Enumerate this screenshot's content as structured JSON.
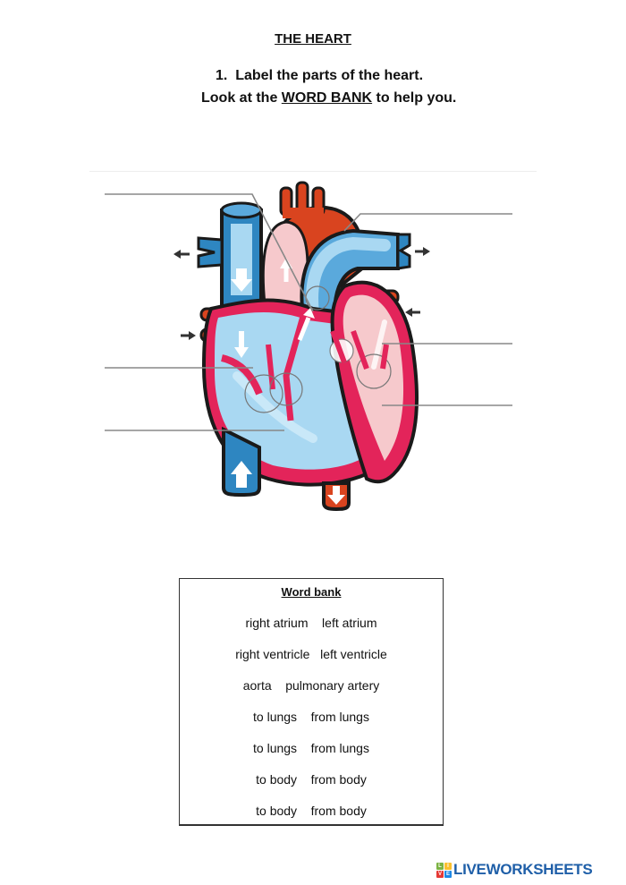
{
  "worksheet": {
    "title": "THE HEART",
    "instruction_number": "1.",
    "instruction_line1": "Label the parts of the heart.",
    "instruction_line2_prefix": "Look at the ",
    "instruction_line2_link": "WORD BANK",
    "instruction_line2_suffix": " to help you."
  },
  "diagram": {
    "subject": "heart cross-section",
    "label_lines": [
      {
        "id": "top-left",
        "side": "left"
      },
      {
        "id": "top-right",
        "side": "right"
      },
      {
        "id": "middle-left",
        "side": "left"
      },
      {
        "id": "middle-right",
        "side": "right"
      },
      {
        "id": "lower-left",
        "side": "left"
      },
      {
        "id": "lower-right",
        "side": "right"
      }
    ],
    "colors": {
      "deoxygenated": "#2e86c1",
      "deoxygenated_light": "#a9d8f2",
      "oxygenated": "#d9441f",
      "oxygenated_light": "#f6c9cc",
      "wall": "#e3245a",
      "outline": "#1a1a1a"
    }
  },
  "word_bank": {
    "heading": "Word bank",
    "rows": [
      "right atrium    left atrium",
      "right ventricle   left ventricle",
      "aorta    pulmonary artery",
      "to lungs    from lungs",
      "to lungs    from lungs",
      "to body    from body",
      "to body    from body"
    ]
  },
  "brand": {
    "logo_letters": [
      "L",
      "I",
      "V",
      "E"
    ],
    "logo_colors": [
      "#7cb342",
      "#fbc02d",
      "#e53935",
      "#1e88e5"
    ],
    "name": "LIVEWORKSHEETS"
  }
}
